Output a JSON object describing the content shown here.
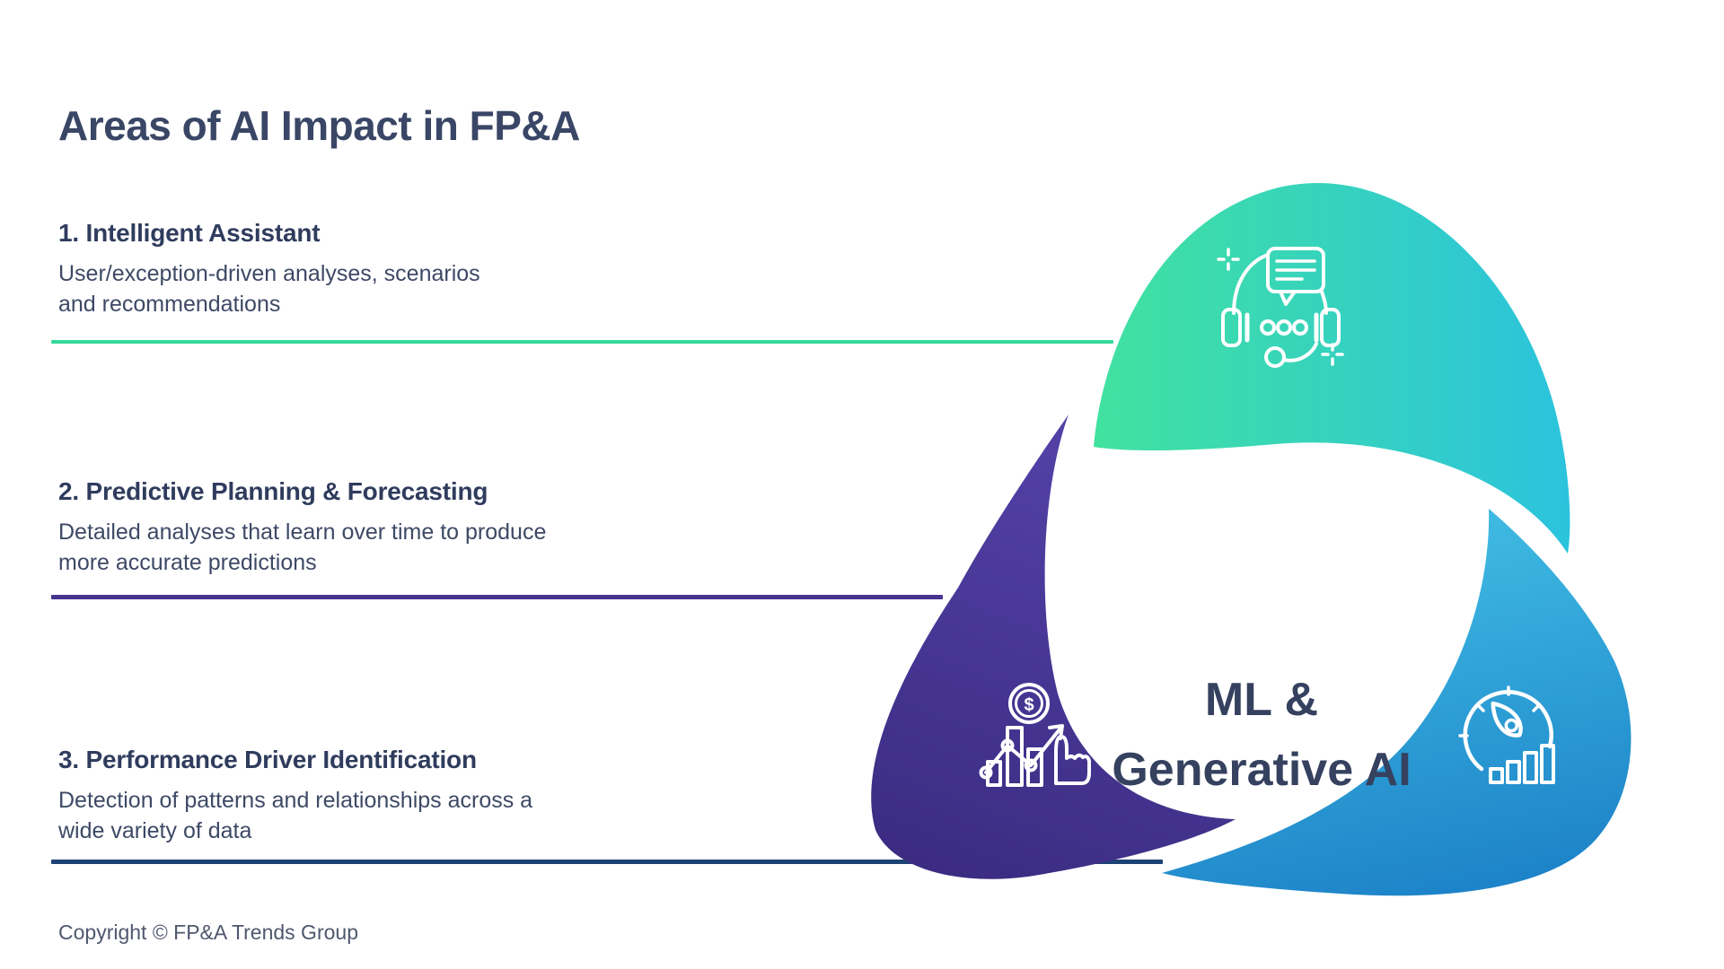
{
  "header": {
    "title": "Areas of AI Impact in FP&A"
  },
  "items": [
    {
      "number": "1.",
      "title": "Intelligent Assistant",
      "desc_line1": "User/exception-driven analyses, scenarios",
      "desc_line2": "and recommendations",
      "rule_color": "#35D89B"
    },
    {
      "number": "2.",
      "title": "Predictive Planning & Forecasting",
      "desc_line1": "Detailed analyses that learn over time to produce",
      "desc_line2": "more accurate predictions",
      "rule_color": "#463390"
    },
    {
      "number": "3.",
      "title": "Performance Driver Identification",
      "desc_line1": "Detection of patterns and relationships across a",
      "desc_line2": "wide variety of data",
      "rule_color": "#1E4175"
    }
  ],
  "diagram": {
    "center_line1": "ML &",
    "center_line2": "Generative AI",
    "center_text_color": "#35415F",
    "icon_dollar_sign": "$",
    "lobes": [
      {
        "position": "top",
        "icon": "headset-chat-icon",
        "gradient_start": "#41E29F",
        "gradient_end": "#2BC3DD"
      },
      {
        "position": "bottom-left",
        "icon": "money-growth-chart-icon",
        "gradient_start": "#5442A8",
        "gradient_end": "#3B2C82"
      },
      {
        "position": "bottom-right",
        "icon": "gauge-performance-icon",
        "gradient_start": "#41BEE4",
        "gradient_end": "#1C82C8"
      }
    ]
  },
  "footer": {
    "copyright": "Copyright © FP&A Trends Group"
  },
  "colors": {
    "title": "#3A4666",
    "heading": "#2F3C5D",
    "body_text": "#3D4965",
    "footer_text": "#4E586E",
    "background": "#FFFFFF"
  }
}
